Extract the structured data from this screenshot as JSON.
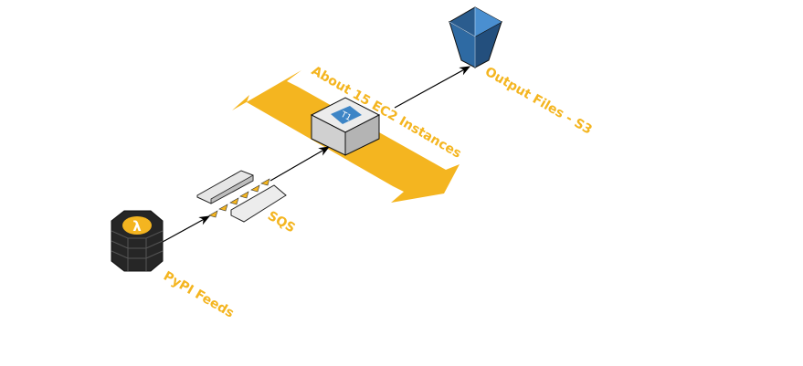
{
  "labels": {
    "ec2": "About 15 EC2 Instances",
    "s3": "Output Files - S3",
    "sqs": "SQS",
    "pypi": "PyPI Feeds",
    "instance_type": "T1",
    "lambda_symbol": "λ"
  },
  "colors": {
    "accent": "#f4b520",
    "s3_blue": "#2e6aa3",
    "ec2_badge": "#3d85c6",
    "lambda_dark": "#262626"
  },
  "icons": [
    "lambda-stack-icon",
    "sqs-queue-icon",
    "ec2-instance-icon",
    "s3-bucket-icon",
    "scaling-double-arrow-icon"
  ]
}
